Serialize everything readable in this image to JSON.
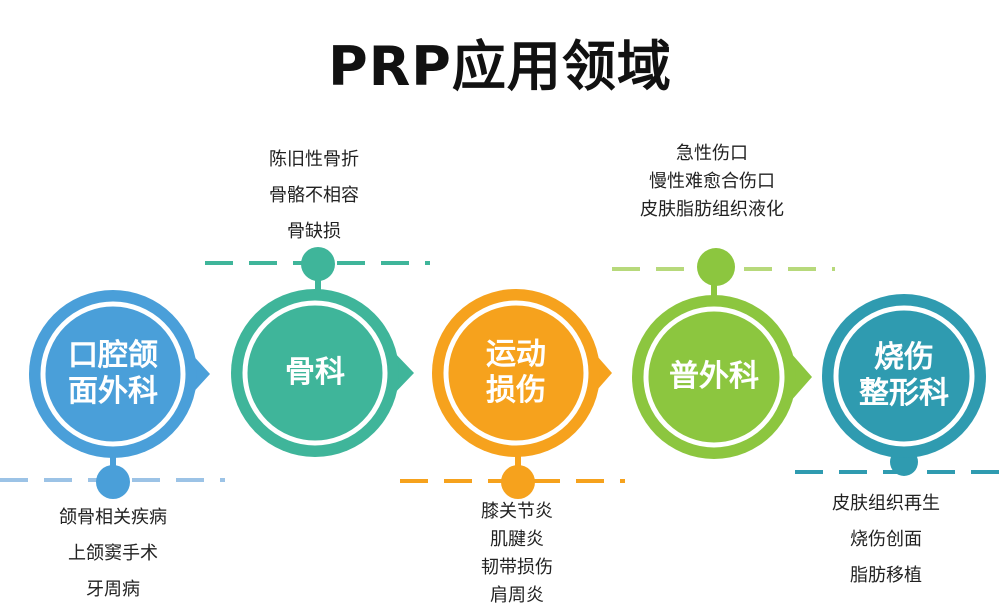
{
  "title": "PRP应用领域",
  "categories": [
    {
      "name_line1": "口腔颌",
      "name_line2": "面外科",
      "color": "#4a9fd9",
      "items": [
        "颌骨相关疾病",
        "上颌窦手术",
        "牙周病"
      ]
    },
    {
      "name_line1": "骨科",
      "name_line2": "",
      "color": "#3fb59a",
      "items": [
        "陈旧性骨折",
        "骨骼不相容",
        "骨缺损"
      ]
    },
    {
      "name_line1": "运动",
      "name_line2": "损伤",
      "color": "#f6a21d",
      "items": [
        "膝关节炎",
        "肌腱炎",
        "韧带损伤",
        "肩周炎"
      ]
    },
    {
      "name_line1": "普外科",
      "name_line2": "",
      "color": "#8cc63f",
      "items": [
        "急性伤口",
        "慢性难愈合伤口",
        "皮肤脂肪组织液化"
      ]
    },
    {
      "name_line1": "烧伤",
      "name_line2": "整形科",
      "color": "#2f9bb0",
      "items": [
        "皮肤组织再生",
        "烧伤创面",
        "脂肪移植"
      ]
    }
  ]
}
